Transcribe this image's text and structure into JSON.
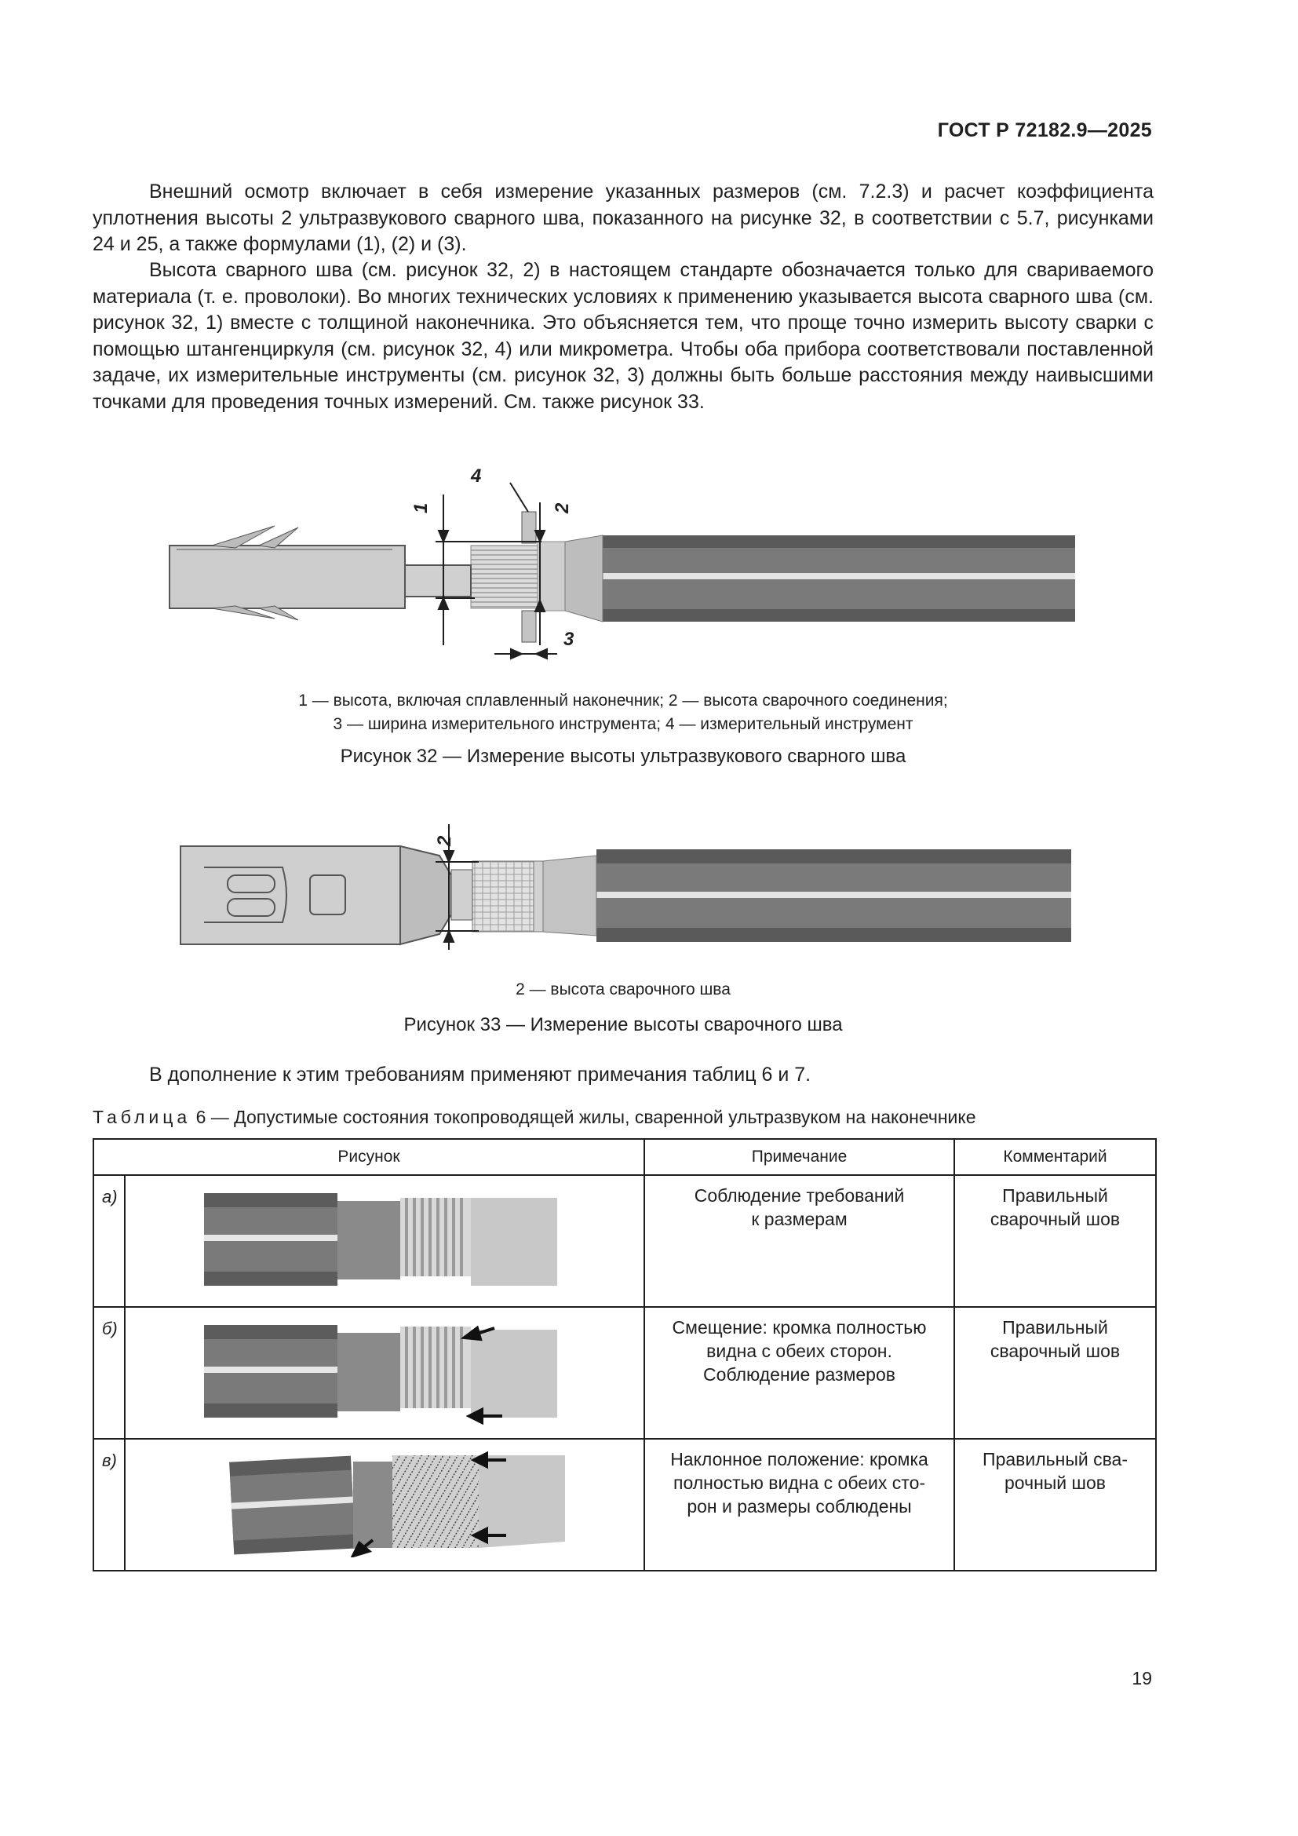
{
  "header": {
    "doc_id": "ГОСТ Р 72182.9—2025"
  },
  "paragraphs": {
    "p1": "Внешний осмотр включает в себя измерение указанных размеров (см. 7.2.3) и расчет коэффициента уплотнения высоты 2 ультразвукового сварного шва, показанного на рисунке 32, в соответствии с 5.7, рисунками 24 и 25, а также формулами (1), (2) и (3).",
    "p2": "Высота сварного шва (см. рисунок 32, 2) в настоящем стандарте обозначается только для свариваемого материала (т. е. проволоки). Во многих технических условиях к применению указывается высота сварного шва (см. рисунок 32, 1) вместе с толщиной наконечника. Это объясняется тем, что проще точно измерить высоту сварки с помощью штангенциркуля (см. рисунок 32, 4) или микрометра. Чтобы оба прибора соответствовали поставленной задаче, их измерительные инструменты (см. рисунок 32, 3) должны быть больше расстояния между наивысшими точками для проведения точных измерений. См. также рисунок 33.",
    "p3": "В дополнение к этим требованиям применяют примечания таблиц 6 и 7."
  },
  "figure32": {
    "labels": [
      "1",
      "2",
      "3",
      "4"
    ],
    "legend_line1": "1 — высота, включая сплавленный наконечник; 2 — высота сварочного соединения;",
    "legend_line2": "3 — ширина измерительного инструмента; 4 — измерительный инструмент",
    "caption": "Рисунок 32 — Измерение высоты ультразвукового сварного шва"
  },
  "figure33": {
    "labels": [
      "2"
    ],
    "legend": "2 — высота сварочного шва",
    "caption": "Рисунок 33 — Измерение высоты сварочного шва"
  },
  "table6": {
    "caption_prefix": "Таблица",
    "caption_rest": " 6 — Допустимые состояния токопроводящей жилы, сваренной ультразвуком на наконечнике",
    "headers": [
      "Рисунок",
      "Примечание",
      "Комментарий"
    ],
    "rows": [
      {
        "label": "а)",
        "note": "Соблюдение требований\nк размерам",
        "comment": "Правильный\nсварочный шов"
      },
      {
        "label": "б)",
        "note": "Смещение: кромка полностью\nвидна с обеих сторон.\nСоблюдение размеров",
        "comment": "Правильный\nсварочный шов"
      },
      {
        "label": "в)",
        "note": "Наклонное положение: кромка\nполностью видна с обеих сто-\nрон и размеры соблюдены",
        "comment": "Правильный сва-\nрочный шов"
      }
    ]
  },
  "page_number": "19",
  "colors": {
    "cable_dark": "#555555",
    "cable_mid": "#7a7a7a",
    "cable_stripe": "#e6e6e6",
    "terminal": "#c8c8c8",
    "weld": "#dcdcdc"
  }
}
